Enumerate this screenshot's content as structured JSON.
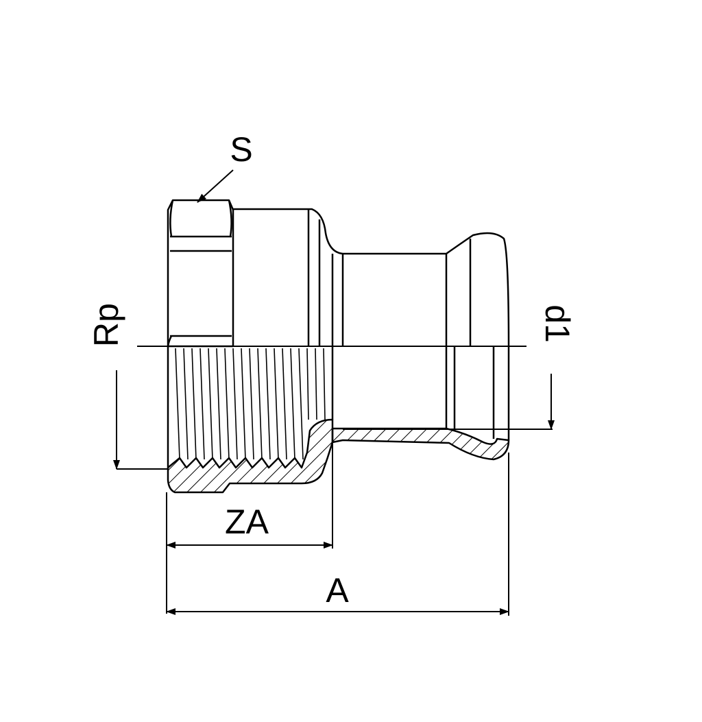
{
  "diagram": {
    "labels": {
      "s": "S",
      "rp": "Rp",
      "d1": "d1",
      "za": "ZA",
      "a": "A"
    },
    "colors": {
      "line": "#000000",
      "background": "#ffffff"
    }
  }
}
